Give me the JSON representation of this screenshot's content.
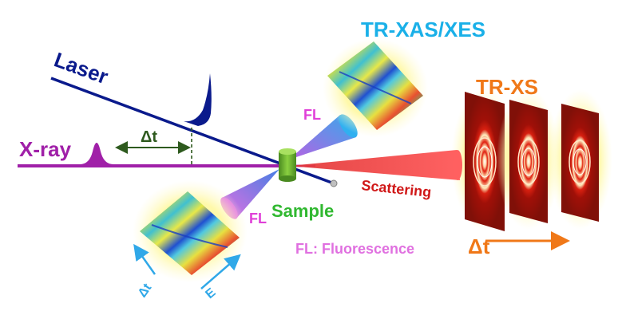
{
  "labels": {
    "laser": "Laser",
    "xray": "X-ray",
    "delta_t": "Δt",
    "tr_xas_xes": "TR-XAS/XES",
    "tr_xs": "TR-XS",
    "fl_upper": "FL",
    "fl_lower": "FL",
    "sample": "Sample",
    "scattering": "Scattering",
    "fluorescence_legend": "FL: Fluorescence",
    "tr_xs_delta_t": "Δt",
    "axis_delta_t": "Δt",
    "axis_e": "E"
  },
  "colors": {
    "laser": "#0a1a8c",
    "xray": "#a020a8",
    "delta_t_arrow": "#2e5a1e",
    "tr_xas_xes_label": "#1ab0e8",
    "tr_xs_label": "#f07818",
    "fl_label": "#e040d8",
    "sample_label": "#30b830",
    "scattering_label": "#d01818",
    "fluorescence_legend": "#e070e0",
    "axis_arrows": "#30a8e8",
    "tr_xs_arrow": "#f07818"
  }
}
